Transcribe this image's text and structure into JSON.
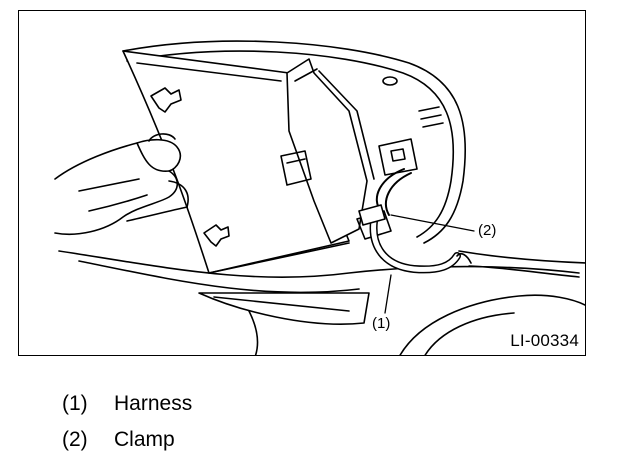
{
  "figure_id": "LI-00334",
  "callouts": [
    {
      "num": "(1)",
      "label": "Harness"
    },
    {
      "num": "(2)",
      "label": "Clamp"
    }
  ]
}
